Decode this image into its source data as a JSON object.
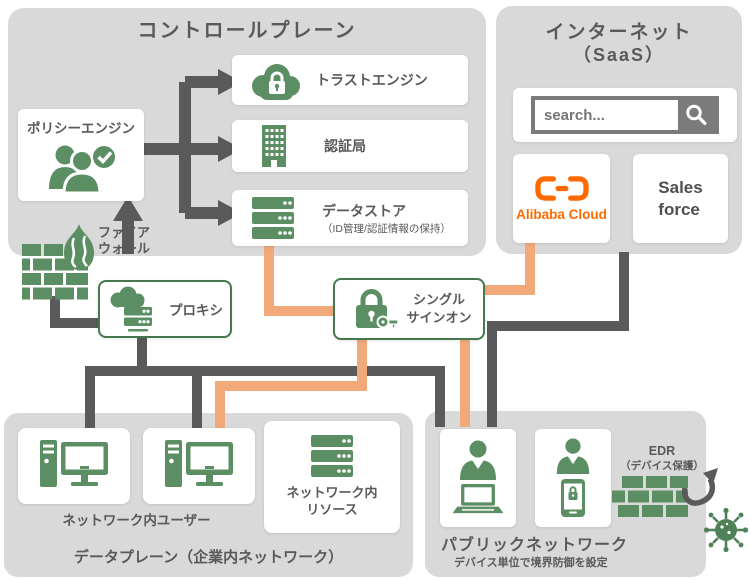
{
  "colors": {
    "icon_green": "#5b8f63",
    "dark_green": "#45784d",
    "line_gray": "#5a5a5a",
    "line_orange": "#f2a97a",
    "alibaba_orange": "#ff6a00",
    "panel_gray": "#d9d9d9"
  },
  "control_plane": {
    "title": "コントロールプレーン",
    "policy_engine": "ポリシーエンジン",
    "trust_engine": "トラストエンジン",
    "certificate_authority": "認証局",
    "data_store": "データストア",
    "data_store_note": "（ID管理/認証情報の保持）"
  },
  "firewall": {
    "line1": "ファイア",
    "line2": "ウォール"
  },
  "proxy": {
    "label": "プロキシ"
  },
  "sso": {
    "line1": "シングル",
    "line2": "サインオン"
  },
  "internet": {
    "title": "インターネット",
    "subtitle": "（SaaS）",
    "search_placeholder": "search...",
    "alibaba": "Alibaba Cloud",
    "salesforce_line1": "Sales",
    "salesforce_line2": "force"
  },
  "data_plane": {
    "title": "データプレーン（企業内ネットワーク）",
    "users": "ネットワーク内ユーザー",
    "resources_line1": "ネットワーク内",
    "resources_line2": "リソース"
  },
  "public_network": {
    "title": "パブリックネットワーク",
    "subtitle": "デバイス単位で境界防御を設定",
    "edr_line1": "EDR",
    "edr_line2": "（デバイス保護）"
  }
}
